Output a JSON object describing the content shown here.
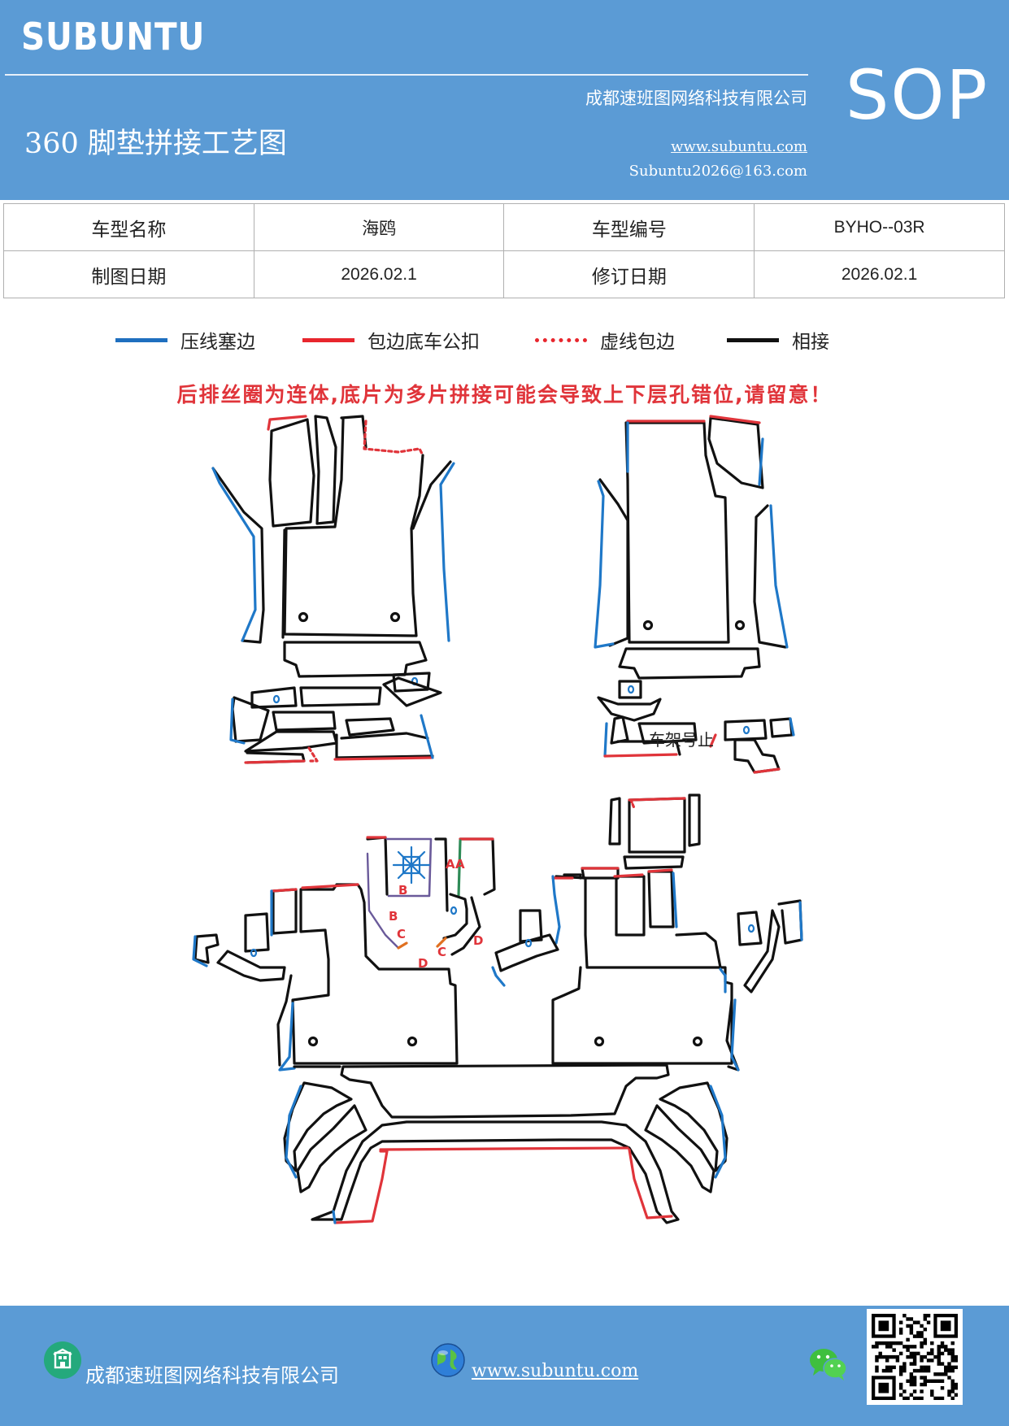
{
  "header": {
    "brand": "SUBUNTU",
    "sop": "SOP",
    "company": "成都速班图网络科技有限公司",
    "title": "360 脚垫拼接工艺图",
    "website": "www.subuntu.com",
    "email": "Subuntu2026@163.com"
  },
  "info": {
    "rows": [
      [
        {
          "text": "车型名称",
          "kind": "label"
        },
        {
          "text": "海鸥",
          "kind": "value"
        },
        {
          "text": "车型编号",
          "kind": "label"
        },
        {
          "text": "BYHO--03R",
          "kind": "value"
        }
      ],
      [
        {
          "text": "制图日期",
          "kind": "label"
        },
        {
          "text": "2026.02.1",
          "kind": "value"
        },
        {
          "text": "修订日期",
          "kind": "label"
        },
        {
          "text": "2026.02.1",
          "kind": "value"
        }
      ]
    ]
  },
  "legend": [
    {
      "label": "压线塞边",
      "color": "#1f6fbf",
      "style": "solid"
    },
    {
      "label": "包边底车公扣",
      "color": "#e8262d",
      "style": "solid"
    },
    {
      "label": "虚线包边",
      "color": "#e8262d",
      "style": "dotted"
    },
    {
      "label": "相接",
      "color": "#111111",
      "style": "solid"
    }
  ],
  "warning": "后排丝圈为连体,底片为多片拼接可能会导致上下层孔错位,请留意！",
  "diagram": {
    "frame_note": "车架号止",
    "marker_letters": [
      "A",
      "A",
      "B",
      "B",
      "C",
      "C",
      "D",
      "D"
    ],
    "colors": {
      "blue": "#1f78c8",
      "red": "#e0343a",
      "black": "#111111",
      "purple": "#6a5a9a",
      "green": "#2e8b57",
      "orange": "#e07020"
    }
  },
  "footer": {
    "company": "成都速班图网络科技有限公司",
    "website": "www.subuntu.com",
    "icons": [
      "building-icon",
      "globe-icon",
      "wechat-icon",
      "qr-code"
    ]
  }
}
